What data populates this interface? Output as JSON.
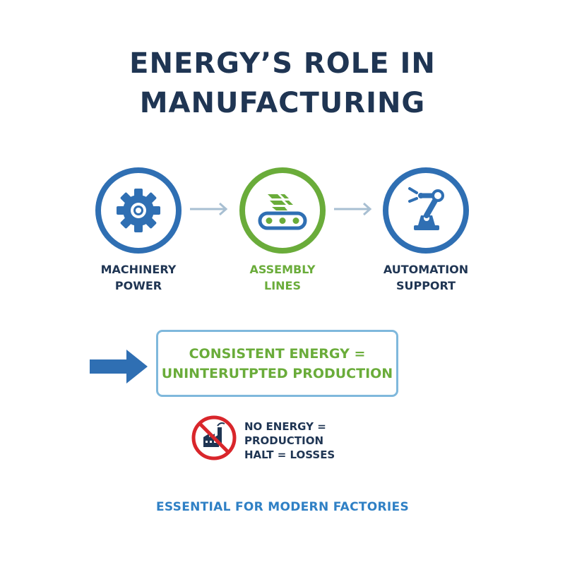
{
  "title": {
    "line1": "ENERGY’S ROLE IN",
    "line2": "MANUFACTURING"
  },
  "steps": [
    {
      "icon": "gear-icon",
      "line1": "MACHINERY",
      "line2": "POWER",
      "color": "#2f6fb3"
    },
    {
      "icon": "conveyor-belt-icon",
      "line1": "ASSEMBLY",
      "line2": "LINES",
      "color": "#6aac3a"
    },
    {
      "icon": "robotic-arm-icon",
      "line1": "AUTOMATION",
      "line2": "SUPPORT",
      "color": "#2f6fb3"
    }
  ],
  "equation": {
    "line1": "CONSISTENT ENERGY =",
    "line2": "UNINTERUTPTED PRODUCTION"
  },
  "warning": {
    "icon": "no-factory-icon",
    "line1": "NO ENERGY =",
    "line2": "PRODUCTION",
    "line3": "HALT = LOSSES"
  },
  "footer": "ESSENTIAL FOR MODERN FACTORIES",
  "colors": {
    "navy": "#1f3553",
    "blue": "#2f6fb3",
    "green": "#6aac3a",
    "light_blue_border": "#7fb8dc",
    "red": "#d9262b",
    "footer_blue": "#2f80c5"
  }
}
